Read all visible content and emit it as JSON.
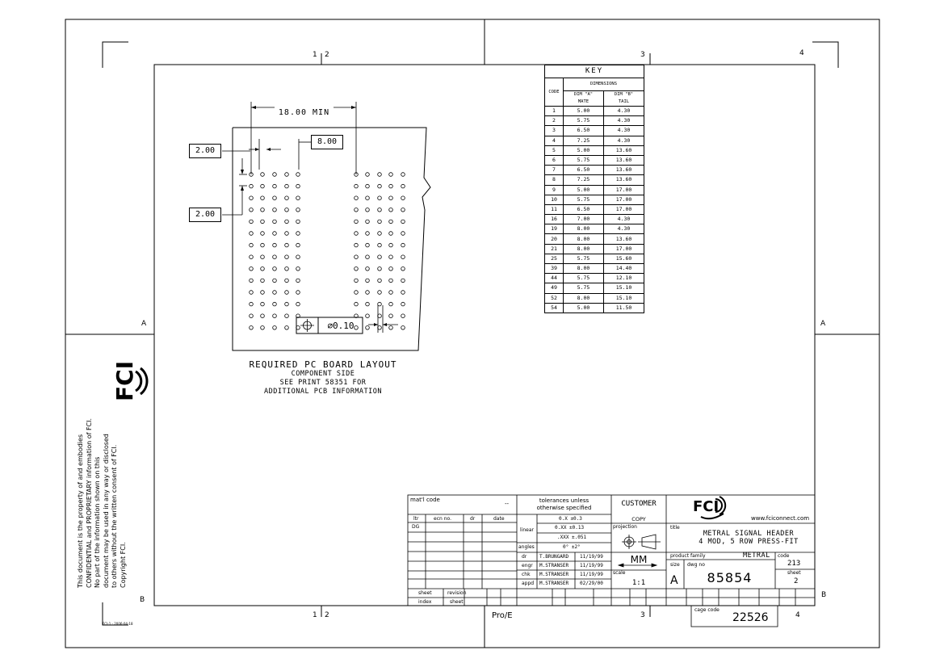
{
  "zones": {
    "top": [
      "1",
      "2",
      "3",
      "4"
    ],
    "bottom": [
      "1",
      "2",
      "3",
      "4"
    ],
    "left": [
      "A",
      "B"
    ],
    "right": [
      "A",
      "B"
    ]
  },
  "drawing": {
    "dim_18": "18.00 MIN",
    "dim_2a": "2.00",
    "dim_2b": "2.00",
    "dim_8": "8.00",
    "tolerance_value": "∅0.10",
    "caption": [
      "REQUIRED PC BOARD LAYOUT",
      "COMPONENT SIDE",
      "SEE PRINT 58351 FOR",
      "ADDITIONAL PCB INFORMATION"
    ]
  },
  "key": {
    "title": "KEY",
    "dimensions": "DIMENSIONS",
    "code": "CODE",
    "dim_a": "DIM \"A\"",
    "mate": "MATE",
    "dim_b": "DIM \"B\"",
    "tail": "TAIL",
    "rows": [
      [
        "1",
        "5.00",
        "4.30"
      ],
      [
        "2",
        "5.75",
        "4.30"
      ],
      [
        "3",
        "6.50",
        "4.30"
      ],
      [
        "4",
        "7.25",
        "4.30"
      ],
      [
        "5",
        "5.00",
        "13.60"
      ],
      [
        "6",
        "5.75",
        "13.60"
      ],
      [
        "7",
        "6.50",
        "13.60"
      ],
      [
        "8",
        "7.25",
        "13.60"
      ],
      [
        "9",
        "5.00",
        "17.00"
      ],
      [
        "10",
        "5.75",
        "17.00"
      ],
      [
        "11",
        "6.50",
        "17.00"
      ],
      [
        "16",
        "7.00",
        "4.30"
      ],
      [
        "19",
        "8.00",
        "4.30"
      ],
      [
        "20",
        "8.00",
        "13.60"
      ],
      [
        "21",
        "8.00",
        "17.00"
      ],
      [
        "25",
        "5.75",
        "15.60"
      ],
      [
        "39",
        "8.00",
        "14.40"
      ],
      [
        "44",
        "5.75",
        "12.10"
      ],
      [
        "49",
        "5.75",
        "15.10"
      ],
      [
        "52",
        "8.00",
        "15.10"
      ],
      [
        "54",
        "5.00",
        "11.50"
      ]
    ]
  },
  "side": {
    "logo": "FCI",
    "notice": [
      "This document is the property of and embodies",
      "CONFIDENTIAL and PROPRIETARY information of FCI.",
      "No part of the information shown on this",
      "document may be used in any way or disclosed",
      "to others without the written consent of FCI.",
      "Copyright FCI."
    ],
    "form_id": "FCI-1 - 2006-04-18"
  },
  "title_block": {
    "matl_code": "mat'l code",
    "matl_value": "--",
    "tol_header": [
      "tolerances unless",
      "otherwise specified"
    ],
    "rev_headers": [
      "ltr",
      "ecn no.",
      "dr",
      "date"
    ],
    "rev_row": "DG",
    "linear": "linear",
    "tol_1": "0.X ±0.3",
    "tol_2": "0.XX ±0.13",
    "tol_3": ".XXX ±.051",
    "angles": "angles",
    "angles_value": "0° ±2°",
    "signoffs": [
      {
        "role": "dr",
        "name": "T.BRUNGARD",
        "date": "11/19/99"
      },
      {
        "role": "engr",
        "name": "M.STRANSER",
        "date": "11/19/99"
      },
      {
        "role": "chk",
        "name": "M.STRANSER",
        "date": "11/19/99"
      },
      {
        "role": "appd",
        "name": "M.STRANSER",
        "date": "02/29/00"
      }
    ],
    "sheet": "sheet",
    "revision": "revision",
    "index": "index",
    "sheet2": "sheet",
    "customer": "CUSTOMER",
    "copy": "COPY",
    "projection": "projection",
    "units": "MM",
    "scale": "scale",
    "scale_value": "1:1",
    "website": "www.fciconnect.com",
    "title_label": "title",
    "title": [
      "METRAL SIGNAL HEADER",
      "4 MOD, 5 ROW PRESS-FIT"
    ],
    "product_family_label": "product family",
    "product_family": "METRAL",
    "code_label": "code",
    "code_value": "213",
    "size_label": "size",
    "size_value": "A",
    "dwg_no_label": "dwg no",
    "dwg_no": "85854",
    "sheet_label": "sheet",
    "sheet_value": "2",
    "cage_code_label": "cage code",
    "cage_code": "22526",
    "cad": "Pro/E"
  }
}
